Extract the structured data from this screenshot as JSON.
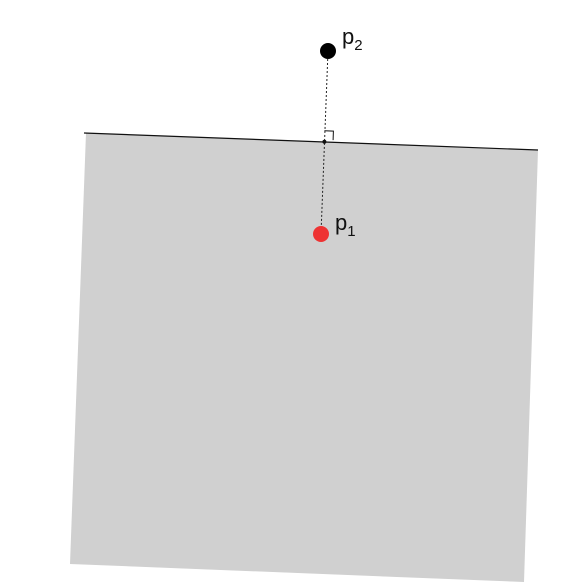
{
  "colors": {
    "region_fill": "#d0d0d0",
    "edge_stroke": "#111111",
    "point_inside": "#ee3333",
    "point_outside": "#000000",
    "projection_line": "#222222"
  },
  "labels": {
    "p1_base": "p",
    "p1_sub": "1",
    "p2_base": "p",
    "p2_sub": "2"
  }
}
